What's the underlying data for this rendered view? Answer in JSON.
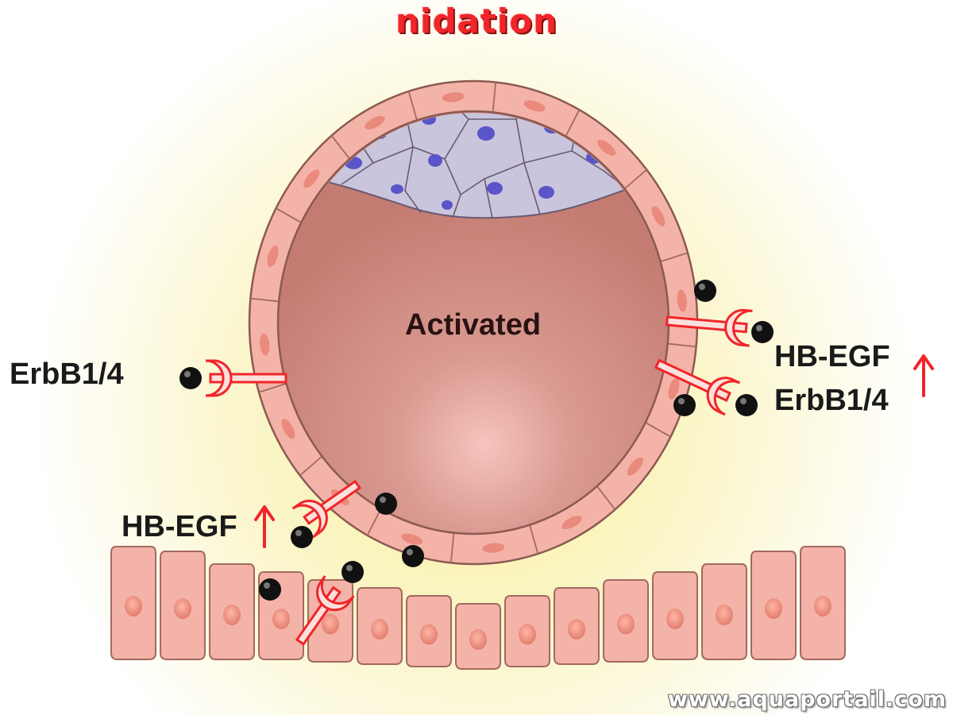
{
  "title": "nidation",
  "labels": {
    "activated": "Activated",
    "erbb_left": "ErbB1/4",
    "hbegf_right": "HB-EGF",
    "erbb_right": "ErbB1/4",
    "hbegf_left": "HB-EGF"
  },
  "watermark": "www.aquaportail.com",
  "colors": {
    "title": "#f0262a",
    "receptor": "#f0262a",
    "cell_fill": "#f4b3a8",
    "cell_stroke": "#a26a60",
    "blastocoel": "#c98077",
    "icm": "#c9c5dc",
    "nucleus": "#5555c8",
    "ligand": "#111111",
    "glow": "#f7ef9a"
  }
}
